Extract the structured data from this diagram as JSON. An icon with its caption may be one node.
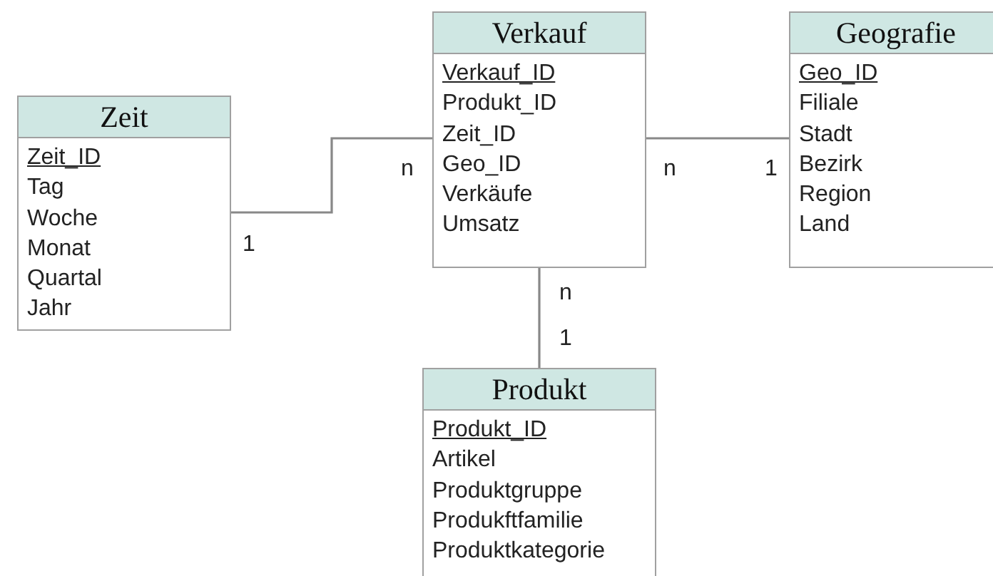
{
  "diagram": {
    "nodes": [
      {
        "text": [
          "Zeit",
          "Zeit_ID",
          "Tag",
          "Woche",
          "Monat",
          "Quartal",
          "Jahr"
        ]
      },
      {
        "text": [
          "Verkauf",
          "Verkauf_ID",
          "Produkt_ID",
          "Zeit_ID",
          "Geo_ID",
          "Verkäufe",
          "Umsatz"
        ]
      },
      {
        "text": [
          "Geografie",
          "Geo_ID",
          "Filiale",
          "Stadt",
          "Bezirk",
          "Region",
          "Land"
        ]
      },
      {
        "text": [
          "Produkt",
          "Produkt_ID",
          "Artikel",
          "Produktgruppe",
          "Produkftfamilie",
          "Produktkategorie"
        ]
      }
    ],
    "edges": [
      {
        "from": 0,
        "to": 1,
        "arrow": "none"
      },
      {
        "from": 1,
        "to": 2,
        "arrow": "none"
      },
      {
        "from": 1,
        "to": 3,
        "arrow": "none"
      }
    ],
    "labels": [
      "n",
      "n",
      "1",
      "1",
      "n",
      "1"
    ]
  }
}
